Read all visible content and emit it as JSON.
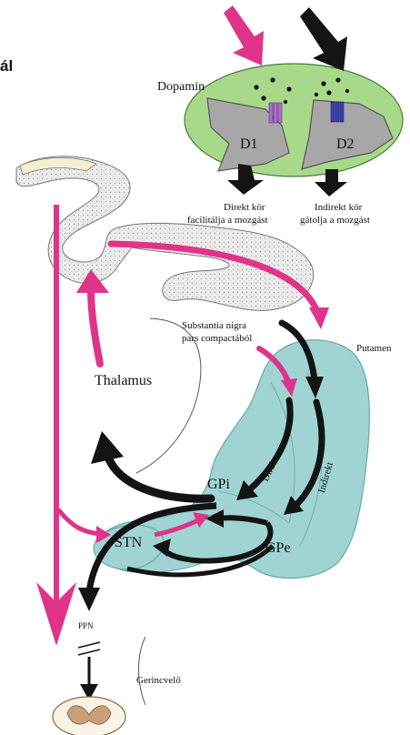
{
  "corner_text": "ál",
  "labels": {
    "dopamin": "Dopamin",
    "d1": "D1",
    "d2": "D2",
    "direkt_kor_1": "Direkt kör",
    "direkt_kor_2": "facilitálja a mozgást",
    "indirekt_kor_1": "Indirekt kör",
    "indirekt_kor_2": "gátolja a mozgást",
    "substantia_1": "Substantia nigra",
    "substantia_2": "pars compactából",
    "putamen": "Putamen",
    "thalamus": "Thalamus",
    "direkt": "Direkt",
    "indirekt": "Indirekt",
    "gpi": "GPi",
    "gpe": "GPe",
    "stn": "STN",
    "ppn": "PPN",
    "gerincvelo": "Gerincvelő"
  },
  "colors": {
    "magenta": "#e0338a",
    "black": "#141414",
    "green_cell": "#a8d98a",
    "gray_cell": "#a7a7a7",
    "teal": "#9fd4d2",
    "cortex_fill": "#e8e8e8",
    "d1_receptor": "#b36bd0",
    "d2_receptor": "#3b3fb0",
    "spinal_cord": "#c9a07a"
  }
}
